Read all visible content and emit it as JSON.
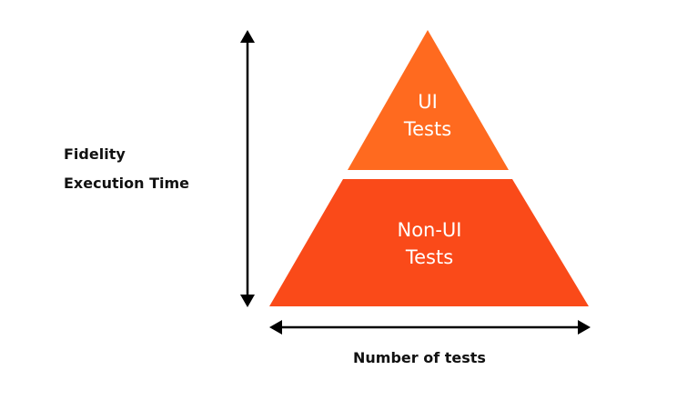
{
  "left_labels": [
    "Fidelity",
    "Execution Time"
  ],
  "bottom_label": "Number of tests",
  "tiers": [
    {
      "line1": "UI",
      "line2": "Tests",
      "color": "#FF6A1F"
    },
    {
      "line1": "Non-UI",
      "line2": "Tests",
      "color": "#FA4A19"
    }
  ]
}
